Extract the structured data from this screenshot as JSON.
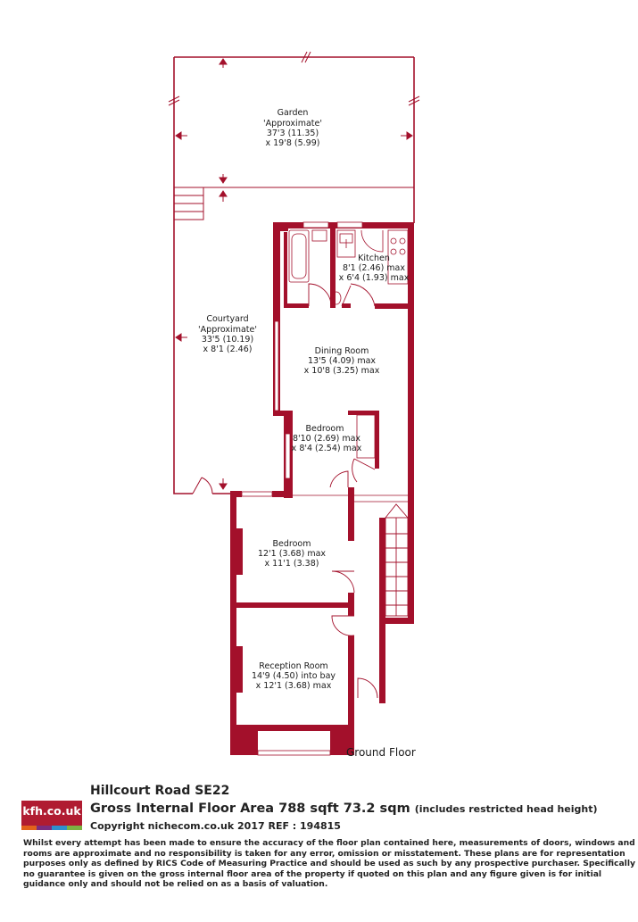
{
  "rooms": {
    "garden": {
      "name": "Garden",
      "qualifier": "'Approximate'",
      "dim1": "37'3 (11.35)",
      "dim2": "x 19'8 (5.99)"
    },
    "courtyard": {
      "name": "Courtyard",
      "qualifier": "'Approximate'",
      "dim1": "33'5 (10.19)",
      "dim2": "x 8'1 (2.46)"
    },
    "kitchen": {
      "name": "Kitchen",
      "dim1": "8'1 (2.46) max",
      "dim2": "x 6'4 (1.93) max"
    },
    "dining_room": {
      "name": "Dining Room",
      "dim1": "13'5 (4.09) max",
      "dim2": "x 10'8 (3.25) max"
    },
    "bedroom_rear": {
      "name": "Bedroom",
      "dim1": "8'10 (2.69) max",
      "dim2": "x 8'4 (2.54) max"
    },
    "bedroom_front": {
      "name": "Bedroom",
      "dim1": "12'1 (3.68) max",
      "dim2": "x 11'1 (3.38)"
    },
    "reception_room": {
      "name": "Reception Room",
      "dim1": "14'9 (4.50) into bay",
      "dim2": "x 12'1 (3.68) max"
    }
  },
  "floor_label": "Ground Floor",
  "footer": {
    "address": "Hillcourt Road  SE22",
    "area_main": "Gross Internal Floor Area 788 sqft 73.2 sqm",
    "area_note": "(includes restricted head height)",
    "copyright": "Copyright nichecom.co.uk 2017 REF : 194815",
    "disclaimer": "Whilst every attempt has been made to ensure the accuracy of the floor plan contained here, measurements of doors, windows and rooms are approximate and no responsibility is taken for any error, omission or misstatement.  These plans are for representation purposes only as defined by RICS Code of Measuring Practice and should be used as such by any prospective purchaser.  Specifically no guarantee is given on the gross internal floor area of the property if quoted on this plan and any figure given is for initial guidance only and should not be relied on as a basis of valuation."
  },
  "logo": {
    "text": "kfh.co.uk",
    "stripe_colors": [
      "#e2621b",
      "#7b2d7e",
      "#2f8fcc",
      "#7cb342"
    ]
  },
  "colors": {
    "wall": "#a3102b",
    "outline": "#a3102b",
    "background": "#ffffff"
  }
}
